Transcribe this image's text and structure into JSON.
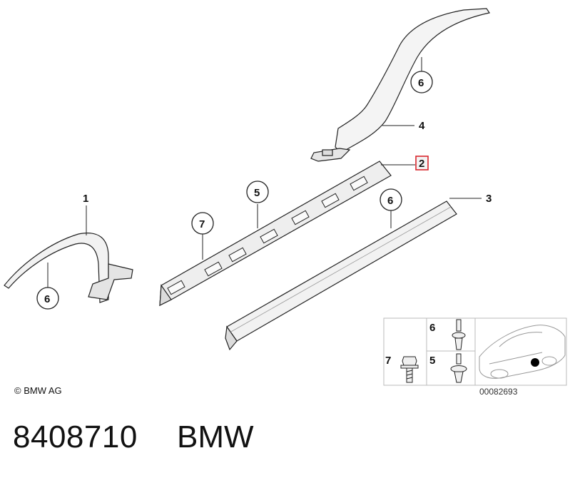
{
  "callouts": {
    "c1": "1",
    "c2": "2",
    "c3": "3",
    "c4": "4",
    "c5": "5",
    "c6a": "6",
    "c6b": "6",
    "c6c": "6",
    "c7": "7"
  },
  "inset": {
    "label_6": "6",
    "label_5": "5",
    "label_7": "7",
    "diagram_code": "00082693"
  },
  "copyright": "© BMW AG",
  "part_number": "8408710",
  "brand": "BMW",
  "colors": {
    "highlight_box": "#d9262c",
    "line": "#222222",
    "part_shade": "#e8e8e8"
  }
}
